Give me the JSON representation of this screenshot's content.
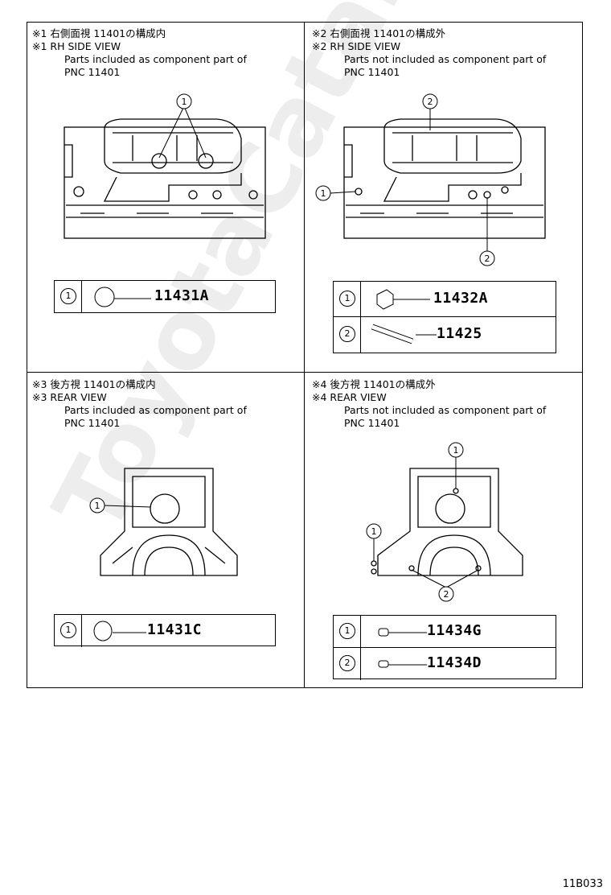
{
  "panels": [
    {
      "ja": "※1 右側面視 11401の構成内",
      "en": "※1 RH SIDE VIEW",
      "note1": "Parts included as component part of",
      "note2": "PNC 11401",
      "parts": [
        {
          "num": "1",
          "pno": "11431A"
        }
      ],
      "callouts": [
        "1"
      ]
    },
    {
      "ja": "※2 右側面視 11401の構成外",
      "en": "※2 RH SIDE VIEW",
      "note1": "Parts not included as component part of",
      "note2": "PNC 11401",
      "parts": [
        {
          "num": "1",
          "pno": "11432A"
        },
        {
          "num": "2",
          "pno": "11425"
        }
      ],
      "callouts": [
        "2",
        "1",
        "2"
      ]
    },
    {
      "ja": "※3 後方視 11401の構成内",
      "en": "※3 REAR VIEW",
      "note1": "Parts included as component part of",
      "note2": "PNC 11401",
      "parts": [
        {
          "num": "1",
          "pno": "11431C"
        }
      ],
      "callouts": [
        "1"
      ]
    },
    {
      "ja": "※4 後方視 11401の構成外",
      "en": "※4 REAR VIEW",
      "note1": "Parts not included as component part of",
      "note2": "PNC 11401",
      "parts": [
        {
          "num": "1",
          "pno": "11434G"
        },
        {
          "num": "2",
          "pno": "11434D"
        }
      ],
      "callouts": [
        "1",
        "1",
        "2"
      ]
    }
  ],
  "watermark": "ToyotaCatalog.ru",
  "figure_code": "11B033"
}
